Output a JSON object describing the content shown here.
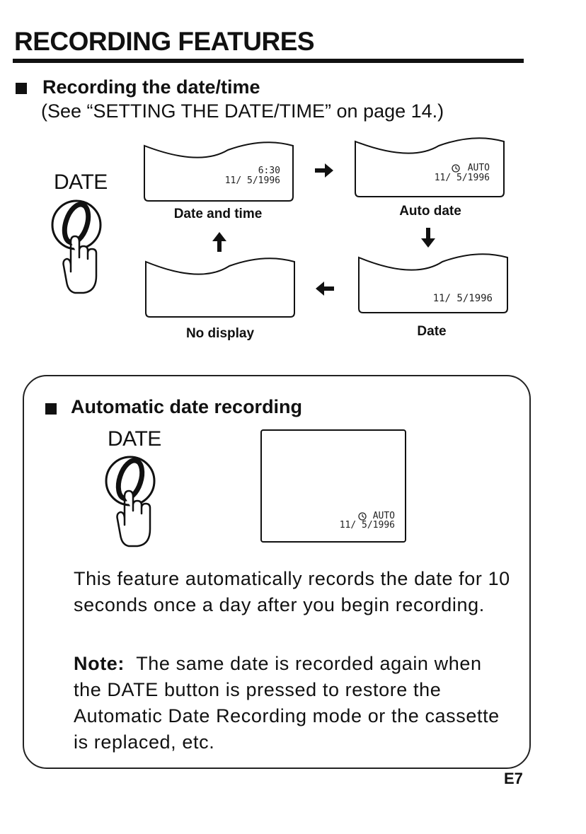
{
  "page": {
    "title": "RECORDING FEATURES",
    "page_number": "E7"
  },
  "section_date_time": {
    "heading": "Recording the date/time",
    "reference": "(See “SETTING THE DATE/TIME” on page 14.)",
    "button_label": "DATE",
    "screens": [
      {
        "label": "Date and time",
        "line1": "6:30",
        "line2": "11/  5/1996"
      },
      {
        "label": "Auto date",
        "line1": "AUTO",
        "line2": "11/  5/1996"
      },
      {
        "label": "Date",
        "line1": "",
        "line2": "11/  5/1996"
      },
      {
        "label": "No display",
        "line1": "",
        "line2": ""
      }
    ]
  },
  "section_auto": {
    "heading": "Automatic date recording",
    "button_label": "DATE",
    "screen_line1": "AUTO",
    "screen_line2": "11/  5/1996",
    "body": "This feature automatically records the date for 10 seconds once a day after you begin recording.",
    "note_label": "Note:",
    "note_text": "The same date is recorded again when the DATE button is pressed to restore the Automatic Date Recording mode or the cassette is replaced, etc."
  },
  "icons": {
    "bullet": "square-bullet-icon",
    "button": "date-button-finger-icon",
    "arrows": [
      "arrow-right-icon",
      "arrow-down-icon",
      "arrow-left-icon",
      "arrow-up-icon"
    ],
    "clock": "clock-icon"
  }
}
